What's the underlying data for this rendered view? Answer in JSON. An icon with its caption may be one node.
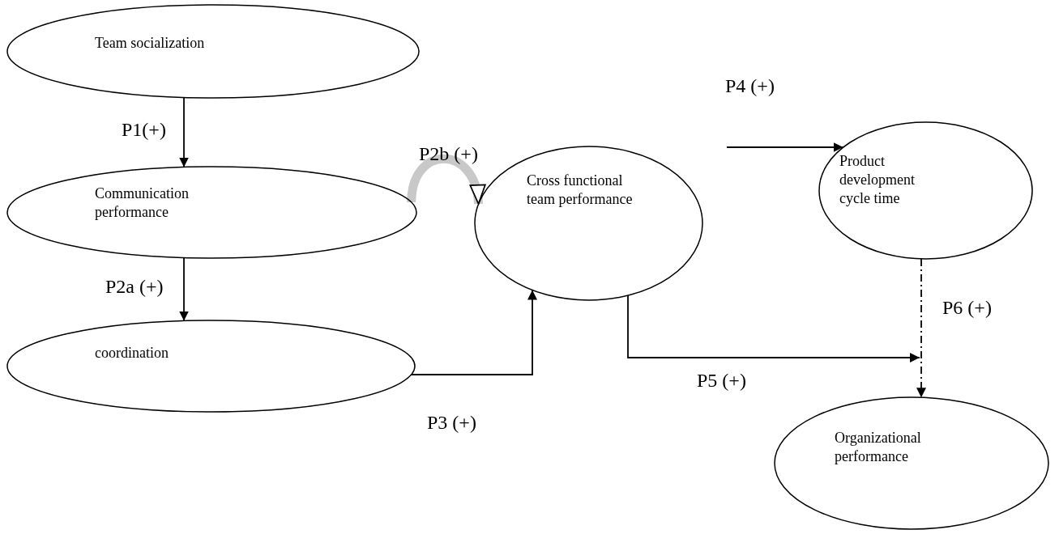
{
  "diagram": {
    "nodes": [
      {
        "text": [
          "Team socialization"
        ]
      },
      {
        "text": [
          "Communication performance"
        ]
      },
      {
        "text": [
          "coordination"
        ]
      },
      {
        "text": [
          "Cross functional team performance"
        ]
      },
      {
        "text": [
          "Product development cycle time"
        ]
      },
      {
        "text": [
          "Organizational performance"
        ]
      }
    ],
    "edges": [
      {
        "from": 0,
        "to": 1,
        "arrow": "to",
        "label": "P1(+)"
      },
      {
        "from": 1,
        "to": 2,
        "arrow": "to",
        "label": "P2a (+)"
      },
      {
        "from": 1,
        "to": 3,
        "arrow": "to",
        "label": "P2b (+)",
        "style": "thick",
        "color": "#c8c8c8"
      },
      {
        "from": 2,
        "to": 3,
        "arrow": "to",
        "label": "P3 (+)"
      },
      {
        "from": 3,
        "to": 4,
        "arrow": "to",
        "label": "P4 (+)"
      },
      {
        "from": 3,
        "to": null,
        "arrow": "to",
        "label": "P5 (+)"
      },
      {
        "from": 4,
        "to": 5,
        "arrow": "to",
        "label": "P6 (+)",
        "style": "dashed"
      }
    ]
  }
}
